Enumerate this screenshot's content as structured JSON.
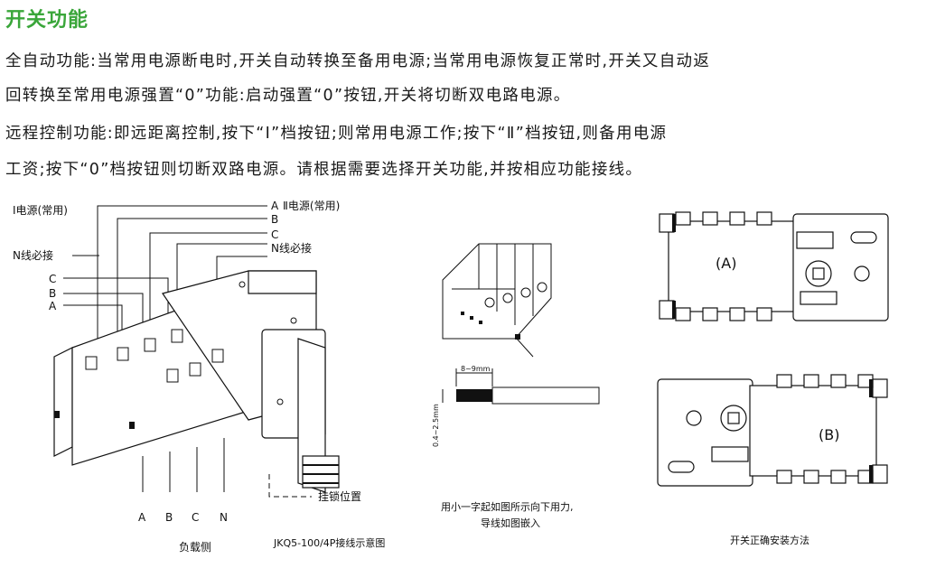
{
  "heading": "开关功能",
  "paragraphs": {
    "line1": "全自动功能:当常用电源断电时,开关自动转换至备用电源;当常用电源恢复正常时,开关又自动返",
    "line2": "回转换至常用电源强置“0”功能:启动强置“0”按钮,开关将切断双电路电源。",
    "line3": "远程控制功能:即远距离控制,按下“Ⅰ”档按钮;则常用电源工作;按下“Ⅱ”档按钮,则备用电源",
    "line4": "工资;按下“0”档按钮则切断双路电源。请根据需要选择开关功能,并按相应功能接线。"
  },
  "wiring": {
    "source1": "Ⅰ电源(常用)",
    "source2": "Ⅱ电源(常用)",
    "phase_a": "A",
    "phase_b": "B",
    "phase_c": "C",
    "neutral_left": "N线必接",
    "neutral_right": "N线必接",
    "lock_position": "挂锁位置",
    "load_n": "N",
    "load_side": "负载侧",
    "caption": "JKQ5-100/4P接线示意图"
  },
  "strip": {
    "dimension": "8~9mm",
    "thickness": "0.4~2.5mm",
    "note_line1": "用小一字起如图所示向下用力,",
    "note_line2": "导线如图嵌入"
  },
  "install": {
    "label_a": "(A)",
    "label_b": "(B)",
    "caption": "开关正确安装方法"
  }
}
